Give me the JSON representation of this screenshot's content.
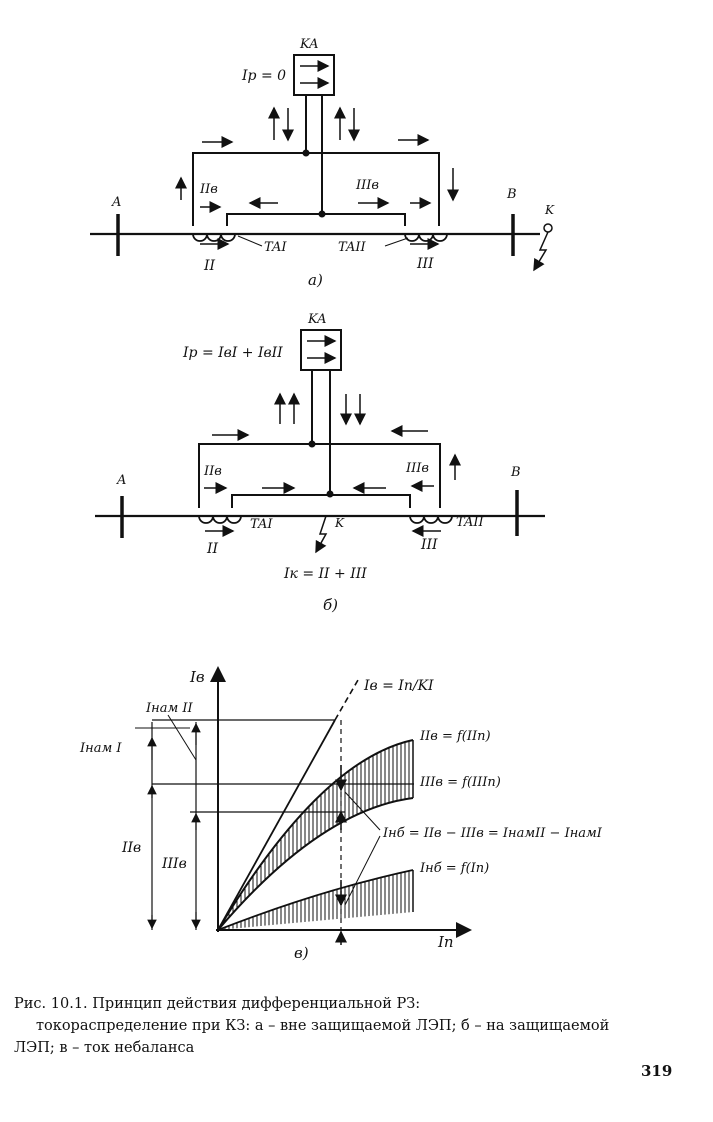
{
  "figure": {
    "panel_a": {
      "relay": "KA",
      "relay_current": "Iр = 0",
      "sec_current_1": "IIв",
      "sec_current_2": "IIIв",
      "bus_a": "A",
      "bus_b": "B",
      "fault": "K",
      "ct_1": "TAI",
      "ct_2": "TAII",
      "primary_1": "II",
      "primary_2": "III",
      "label": "а)"
    },
    "panel_b": {
      "relay": "KA",
      "relay_current": "Iр = IвI + IвII",
      "sec_current_1": "IIв",
      "sec_current_2": "IIIв",
      "bus_a": "A",
      "bus_b": "B",
      "fault": "K",
      "ct_1": "TAI",
      "ct_2": "TAII",
      "primary_1": "II",
      "primary_2": "III",
      "fault_current": "Iк = II + III",
      "label": "б)"
    },
    "panel_c": {
      "y_axis": "Iв",
      "x_axis": "Iп",
      "ideal_line": "Iв = Iп/KI",
      "curve_1": "IIв = f(IIп)",
      "curve_2": "IIIв = f(IIIп)",
      "unbalance_eq": "Iнб = IIв − IIIв = IнамII − IнамI",
      "unbalance_curve": "Iнб = f(Iп)",
      "mag_2": "Iнам II",
      "mag_1": "Iнам I",
      "dim_1": "IIв",
      "dim_2": "IIIв",
      "label": "в)"
    }
  },
  "caption": {
    "line1": "Рис. 10.1. Принцип действия дифференциальной РЗ:",
    "line2": "токораспределение при КЗ:  а – вне защищаемой ЛЭП; б – на защищаемой",
    "line3": "ЛЭП; в – ток небаланса"
  },
  "page_number": "319"
}
